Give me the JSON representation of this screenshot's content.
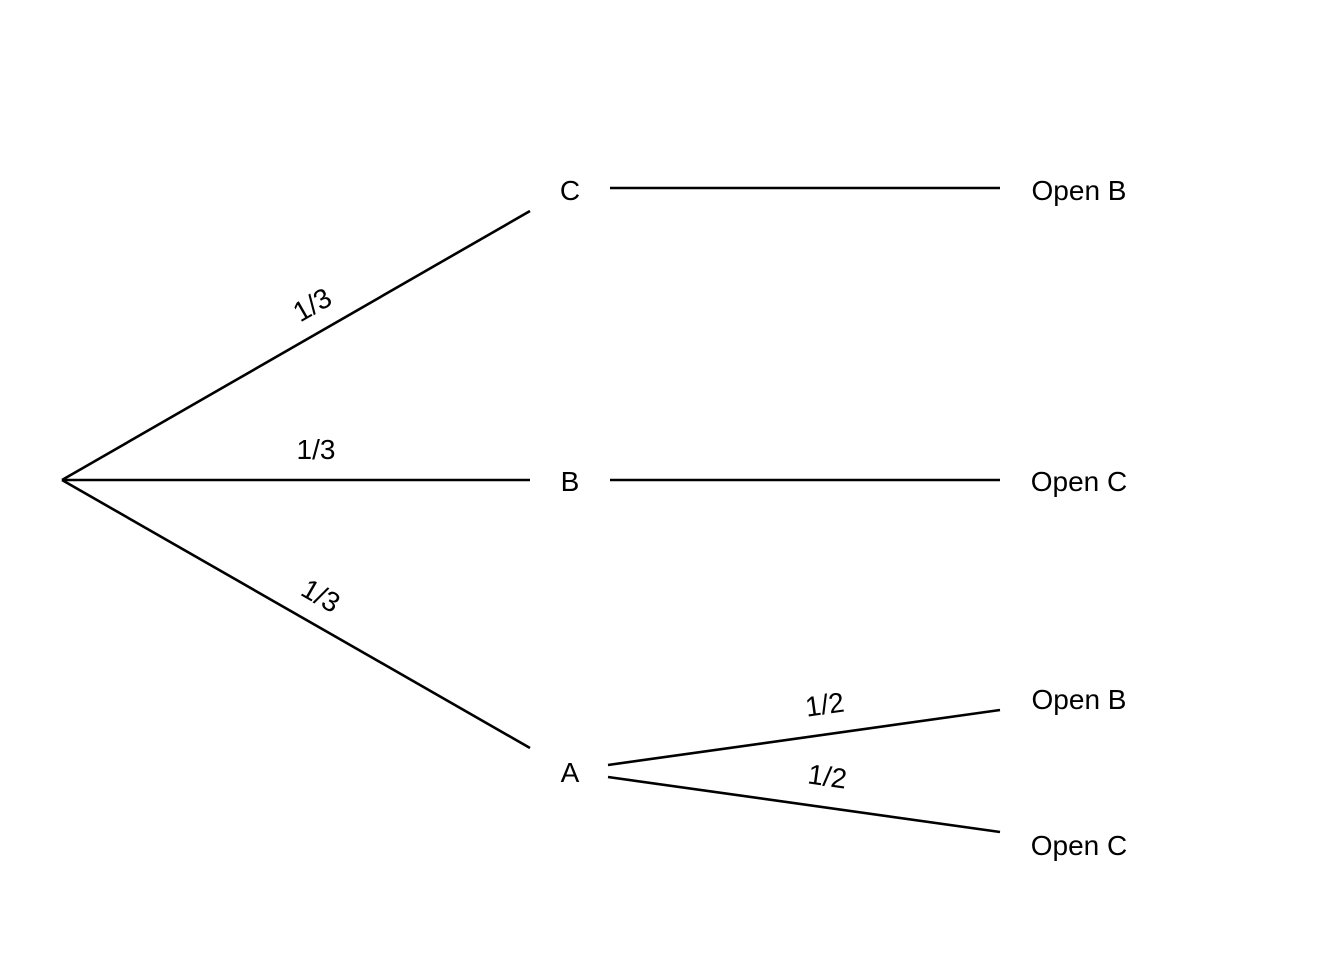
{
  "diagram": {
    "root": {
      "branches": [
        {
          "id": "c",
          "probability": "1/3",
          "node": "C",
          "outcomes": [
            {
              "id": "c-open-b",
              "label": "Open B"
            }
          ]
        },
        {
          "id": "b",
          "probability": "1/3",
          "node": "B",
          "outcomes": [
            {
              "id": "b-open-c",
              "label": "Open C"
            }
          ]
        },
        {
          "id": "a",
          "probability": "1/3",
          "node": "A",
          "outcomes": [
            {
              "id": "a-open-b",
              "label": "Open B",
              "probability": "1/2"
            },
            {
              "id": "a-open-c",
              "label": "Open C",
              "probability": "1/2"
            }
          ]
        }
      ]
    },
    "colors": {
      "line": "#000000",
      "text": "#000000",
      "background": "#ffffff"
    }
  }
}
